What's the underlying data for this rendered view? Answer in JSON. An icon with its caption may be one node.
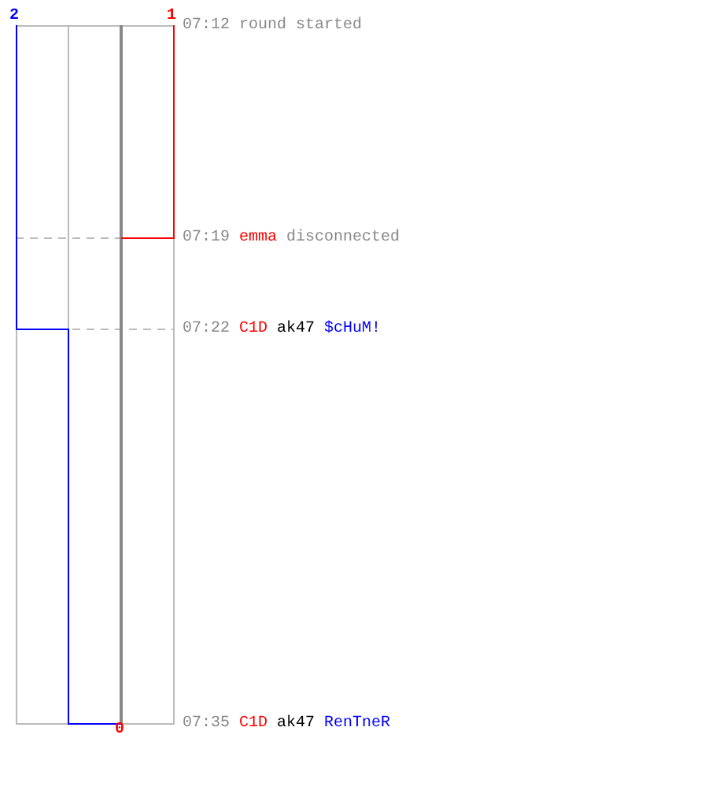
{
  "diagram": {
    "labels": [
      "2",
      "1",
      "07:12",
      "round started",
      "07:19",
      "emma",
      "disconnected",
      "07:22",
      "C1D",
      "ak47",
      "$cHuM!",
      "07:35",
      "C1D",
      "ak47",
      "RenTneR",
      "0"
    ]
  }
}
